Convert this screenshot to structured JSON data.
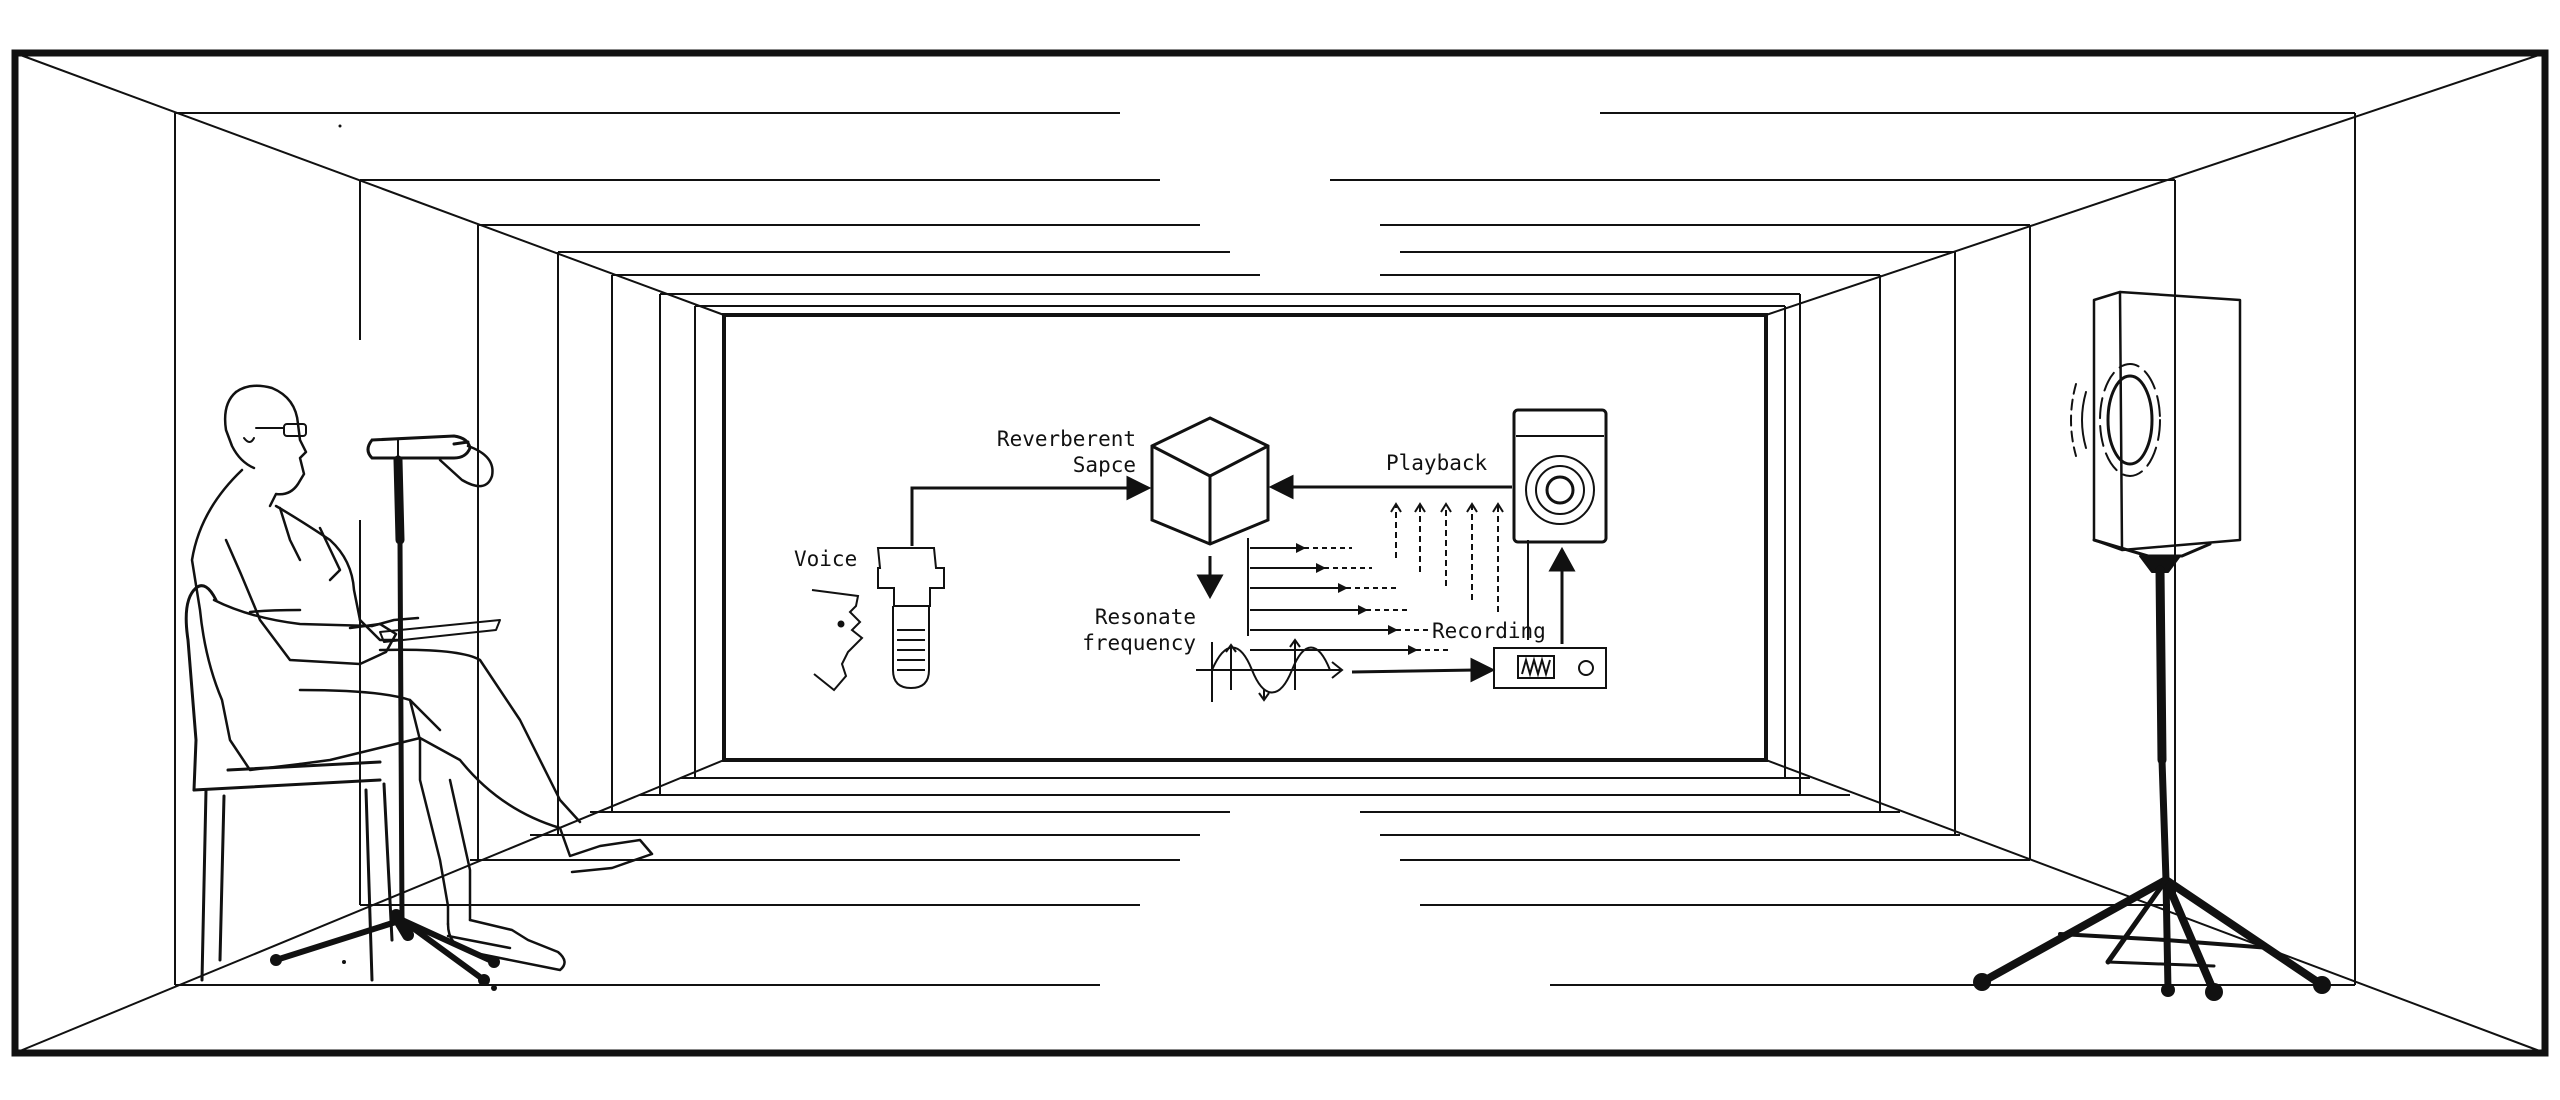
{
  "labels": {
    "voice": "Voice",
    "reverberent_line1": "Reverberent",
    "reverberent_line2": "Sapce",
    "playback": "Playback",
    "resonate_line1": "Resonate",
    "resonate_line2": "frequency",
    "recording": "Recording"
  },
  "colors": {
    "ink": "#111111",
    "background": "#ffffff"
  }
}
